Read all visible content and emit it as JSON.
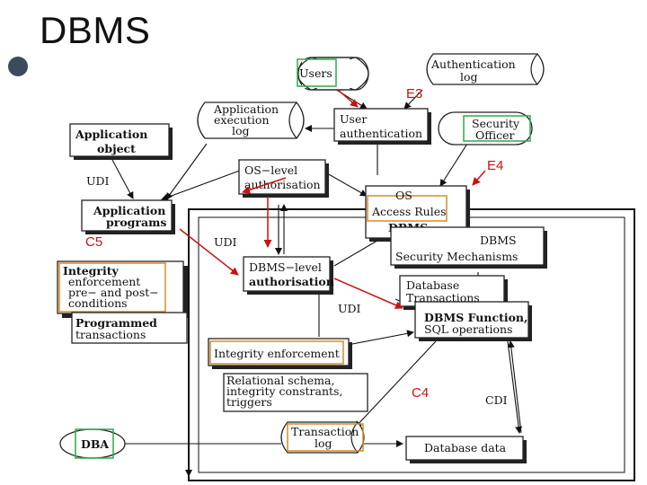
{
  "title": "DBMS",
  "nodes": {
    "users": "Users",
    "auth_log": [
      "Authentication",
      "log"
    ],
    "app_exec_log": [
      "Application",
      "execution",
      "log"
    ],
    "user_auth": [
      "User",
      "authentication"
    ],
    "security_officer": [
      "Security",
      "Officer"
    ],
    "app_object": [
      "Application",
      "object"
    ],
    "os_auth": [
      "OS−level",
      "authorisation"
    ],
    "app_programs": [
      "Application",
      "programs"
    ],
    "os_access_rules": [
      "OS",
      "Access Rules"
    ],
    "dbms_in_box": "DBMS",
    "dbms_security": [
      "DBMS",
      "Security Mechanisms"
    ],
    "integrity_pre_post": [
      "Integrity",
      "enforcement",
      "pre− and post−",
      "conditions"
    ],
    "programmed_tx": [
      "Programmed",
      "transactions"
    ],
    "dbms_level_auth": [
      "DBMS−level",
      "authorisation"
    ],
    "db_transactions": [
      "Database",
      "Transactions"
    ],
    "dbms_function": [
      "DBMS Function,",
      "SQL operations"
    ],
    "integrity_enf": "Integrity enforcement",
    "relational_schema": [
      "Relational schema,",
      "integrity constrants,",
      "triggers"
    ],
    "transaction_log": [
      "Transaction",
      "log"
    ],
    "dba": "DBA",
    "database_data": "Database data"
  },
  "edge_labels": {
    "udi_left": "UDI",
    "udi_mid": "UDI",
    "udi_lower": "UDI",
    "cdi": "CDI"
  },
  "annotations": {
    "e3": "E3",
    "e4": "E4",
    "c5": "C5",
    "c4": "C4"
  },
  "colors": {
    "highlight_green": "#2fa84f",
    "highlight_orange": "#d98a2b",
    "annotation_red": "#cc1111",
    "bullet": "#3c4a5c"
  }
}
